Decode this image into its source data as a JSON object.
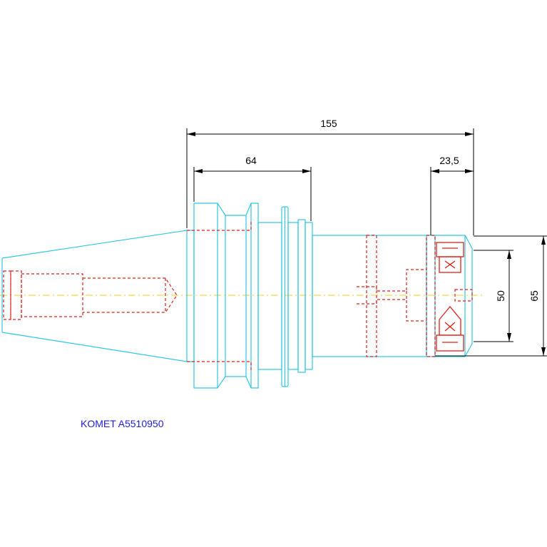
{
  "drawing": {
    "part_number": "KOMET A5510950",
    "dimensions": {
      "overall_length": "155",
      "gauge_length": "64",
      "head_length": "23,5",
      "inner_diameter": "50",
      "outer_diameter": "65"
    },
    "colors": {
      "outline": "#2fc7e3",
      "hidden_lines": "#e0201a",
      "center_line": "#f2d21a",
      "dimension": "#000000",
      "label": "#1f1fd6"
    }
  }
}
